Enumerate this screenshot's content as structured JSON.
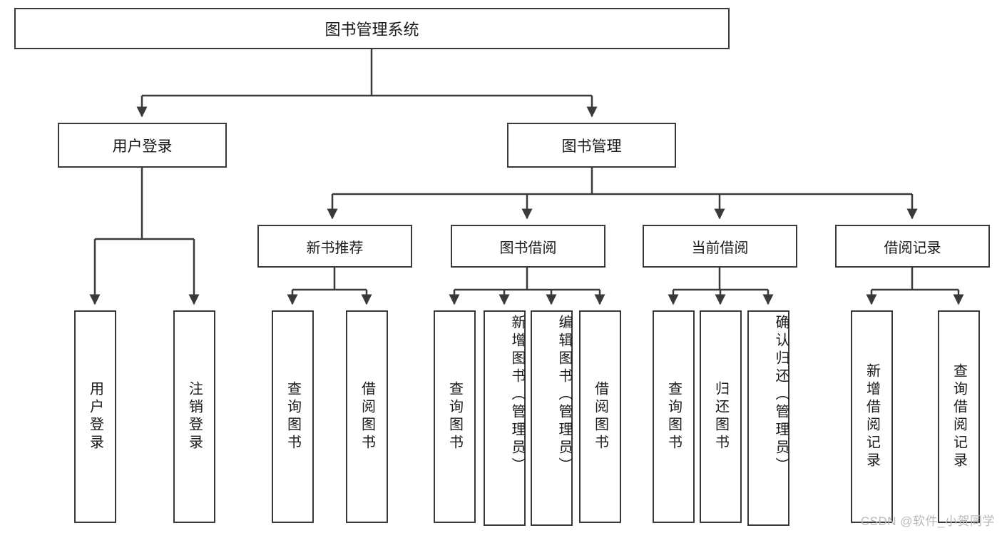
{
  "diagram": {
    "title": "图书管理系统",
    "type": "hierarchy-tree",
    "watermark": "CSDN @软件_小贺同学",
    "colors": {
      "stroke": "#3a3a3a",
      "fill": "#ffffff",
      "text": "#1a1a1a",
      "watermark": "#b9b9b9"
    },
    "nodes": {
      "root": {
        "label": "图书管理系统"
      },
      "level1": [
        {
          "label": "用户登录"
        },
        {
          "label": "图书管理"
        }
      ],
      "level2": [
        {
          "label": "新书推荐"
        },
        {
          "label": "图书借阅"
        },
        {
          "label": "当前借阅"
        },
        {
          "label": "借阅记录"
        }
      ],
      "leaves_user_login": [
        {
          "label": "用户登录"
        },
        {
          "label": "注销登录"
        }
      ],
      "leaves_new_book": [
        {
          "label": "查询图书"
        },
        {
          "label": "借阅图书"
        }
      ],
      "leaves_borrow": [
        {
          "label": "查询图书"
        },
        {
          "label": "新增图书（管理员）"
        },
        {
          "label": "编辑图书（管理员）"
        },
        {
          "label": "借阅图书"
        }
      ],
      "leaves_current": [
        {
          "label": "查询图书"
        },
        {
          "label": "归还图书"
        },
        {
          "label": "确认归还（管理员）"
        }
      ],
      "leaves_records": [
        {
          "label": "新增借阅记录"
        },
        {
          "label": "查询借阅记录"
        }
      ]
    }
  }
}
